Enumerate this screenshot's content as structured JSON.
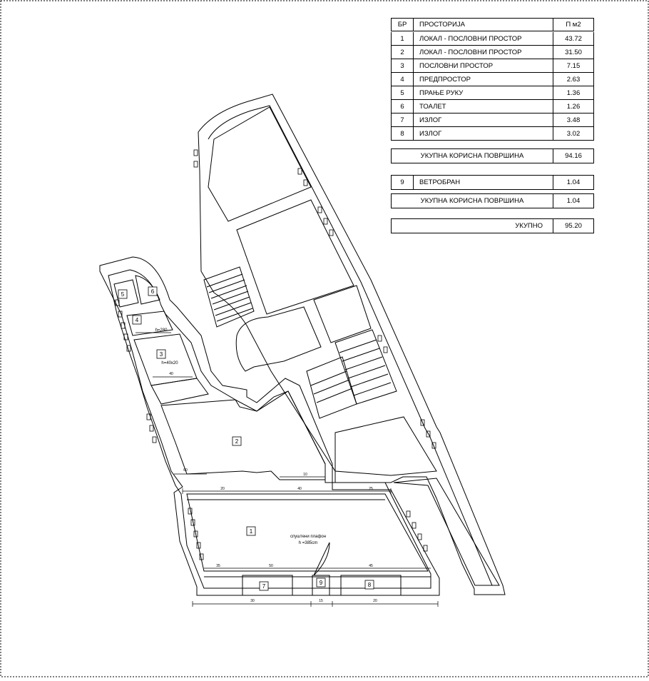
{
  "table": {
    "headers": {
      "no": "БР",
      "room": "ПРОСТОРИЈА",
      "area": "П м2"
    },
    "rows": [
      {
        "no": "1",
        "room": "ЛОКАЛ - ПОСЛОВНИ ПРОСТОР",
        "area": "43.72"
      },
      {
        "no": "2",
        "room": "ЛОКАЛ - ПОСЛОВНИ ПРОСТОР",
        "area": "31.50"
      },
      {
        "no": "3",
        "room": "ПОСЛОВНИ ПРОСТОР",
        "area": "7.15"
      },
      {
        "no": "4",
        "room": "ПРЕДПРОСТОР",
        "area": "2.63"
      },
      {
        "no": "5",
        "room": "ПРАЊЕ РУКУ",
        "area": "1.36"
      },
      {
        "no": "6",
        "room": "ТОАЛЕТ",
        "area": "1.26"
      },
      {
        "no": "7",
        "room": "ИЗЛОГ",
        "area": "3.48"
      },
      {
        "no": "8",
        "room": "ИЗЛОГ",
        "area": "3.02"
      }
    ],
    "total1": {
      "label": "УКУПНА КОРИСНА ПОВРШИНА",
      "value": "94.16"
    },
    "row9": {
      "no": "9",
      "room": "ВЕТРОБРАН",
      "area": "1.04"
    },
    "total2": {
      "label": "УКУПНА КОРИСНА ПОВРШИНА",
      "value": "1.04"
    },
    "grand": {
      "label": "УКУПНО",
      "value": "95.20"
    }
  },
  "plan": {
    "room_tags": [
      "1",
      "2",
      "3",
      "4",
      "5",
      "6",
      "7",
      "8",
      "9"
    ],
    "notes": {
      "room1_floor": "спуштени плафон",
      "room1_height": "h =385cm",
      "room3_height": "h=40x20",
      "room4_note": "h=280"
    },
    "dims": {
      "d1": "20",
      "d2": "40",
      "d3": "25",
      "d4": "30",
      "d5": "15",
      "d6": "20",
      "d7": "35",
      "d8": "50",
      "d9": "45",
      "d10": "60",
      "d11": "10",
      "d12": "40"
    }
  }
}
